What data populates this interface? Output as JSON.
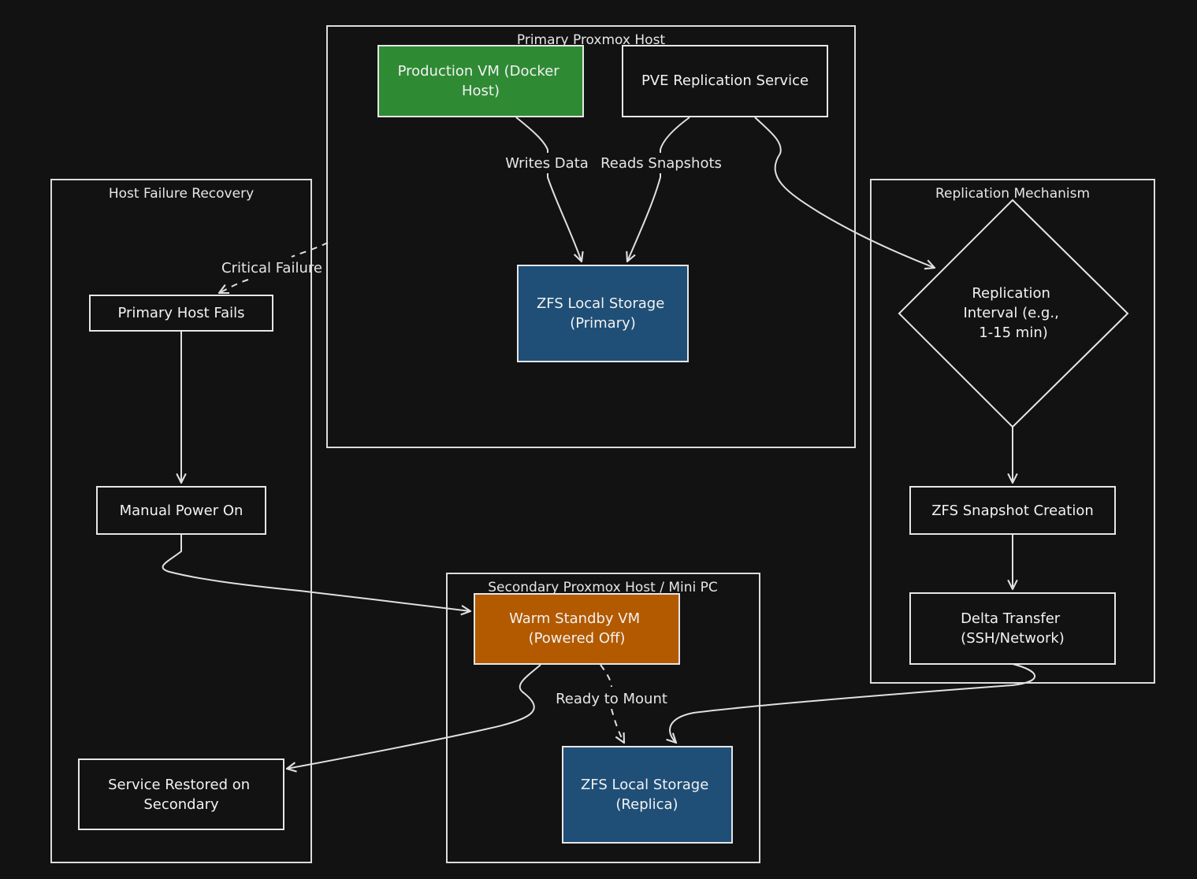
{
  "colors": {
    "background": "#121212",
    "production_vm": "#2f8a34",
    "storage": "#1f4f77",
    "standby_vm": "#b35a00",
    "plain_node": "#121212",
    "stroke": "#e0e0e0"
  },
  "clusters": {
    "primary_host": "Primary Proxmox Host",
    "host_failure": "Host Failure Recovery",
    "replication": "Replication Mechanism",
    "secondary_host": "Secondary Proxmox Host / Mini PC"
  },
  "nodes": {
    "production_vm": [
      "Production VM (Docker",
      "Host)"
    ],
    "pve_replication": [
      "PVE Replication Service"
    ],
    "zfs_primary": [
      "ZFS Local Storage",
      "(Primary)"
    ],
    "replication_interval": [
      "Replication",
      "Interval (e.g.,",
      "1-15 min)"
    ],
    "zfs_snapshot": [
      "ZFS Snapshot Creation"
    ],
    "delta_transfer": [
      "Delta Transfer",
      "(SSH/Network)"
    ],
    "primary_fails": [
      "Primary Host Fails"
    ],
    "manual_power_on": [
      "Manual Power On"
    ],
    "service_restored": [
      "Service Restored on",
      "Secondary"
    ],
    "warm_standby": [
      "Warm Standby VM",
      "(Powered Off)"
    ],
    "zfs_replica": [
      "ZFS Local Storage",
      "(Replica)"
    ]
  },
  "edges": {
    "writes_data": "Writes Data",
    "reads_snapshots": "Reads Snapshots",
    "critical_failure": "Critical Failure",
    "ready_to_mount": "Ready to Mount"
  }
}
